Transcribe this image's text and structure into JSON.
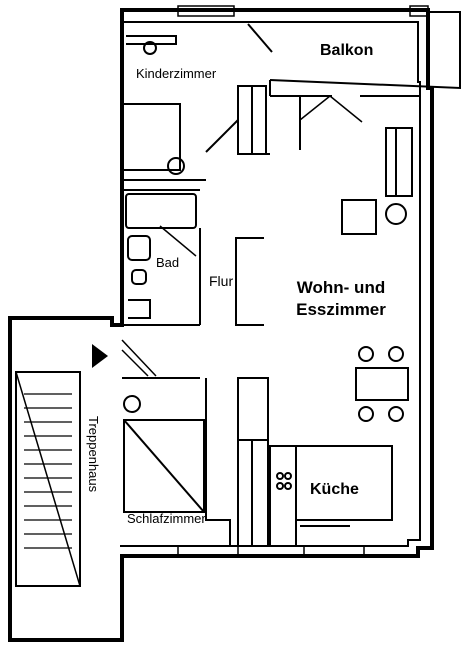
{
  "rooms": {
    "kinderzimmer": "Kinderzimmer",
    "balkon": "Balkon",
    "bad": "Bad",
    "flur": "Flur",
    "wohn_line1": "Wohn- und",
    "wohn_line2": "Esszimmer",
    "treppenhaus": "Treppenhaus",
    "kueche": "Küche",
    "schlafzimmer": "Schlafzimmer"
  },
  "colors": {
    "line": "#000000",
    "background": "#ffffff"
  }
}
